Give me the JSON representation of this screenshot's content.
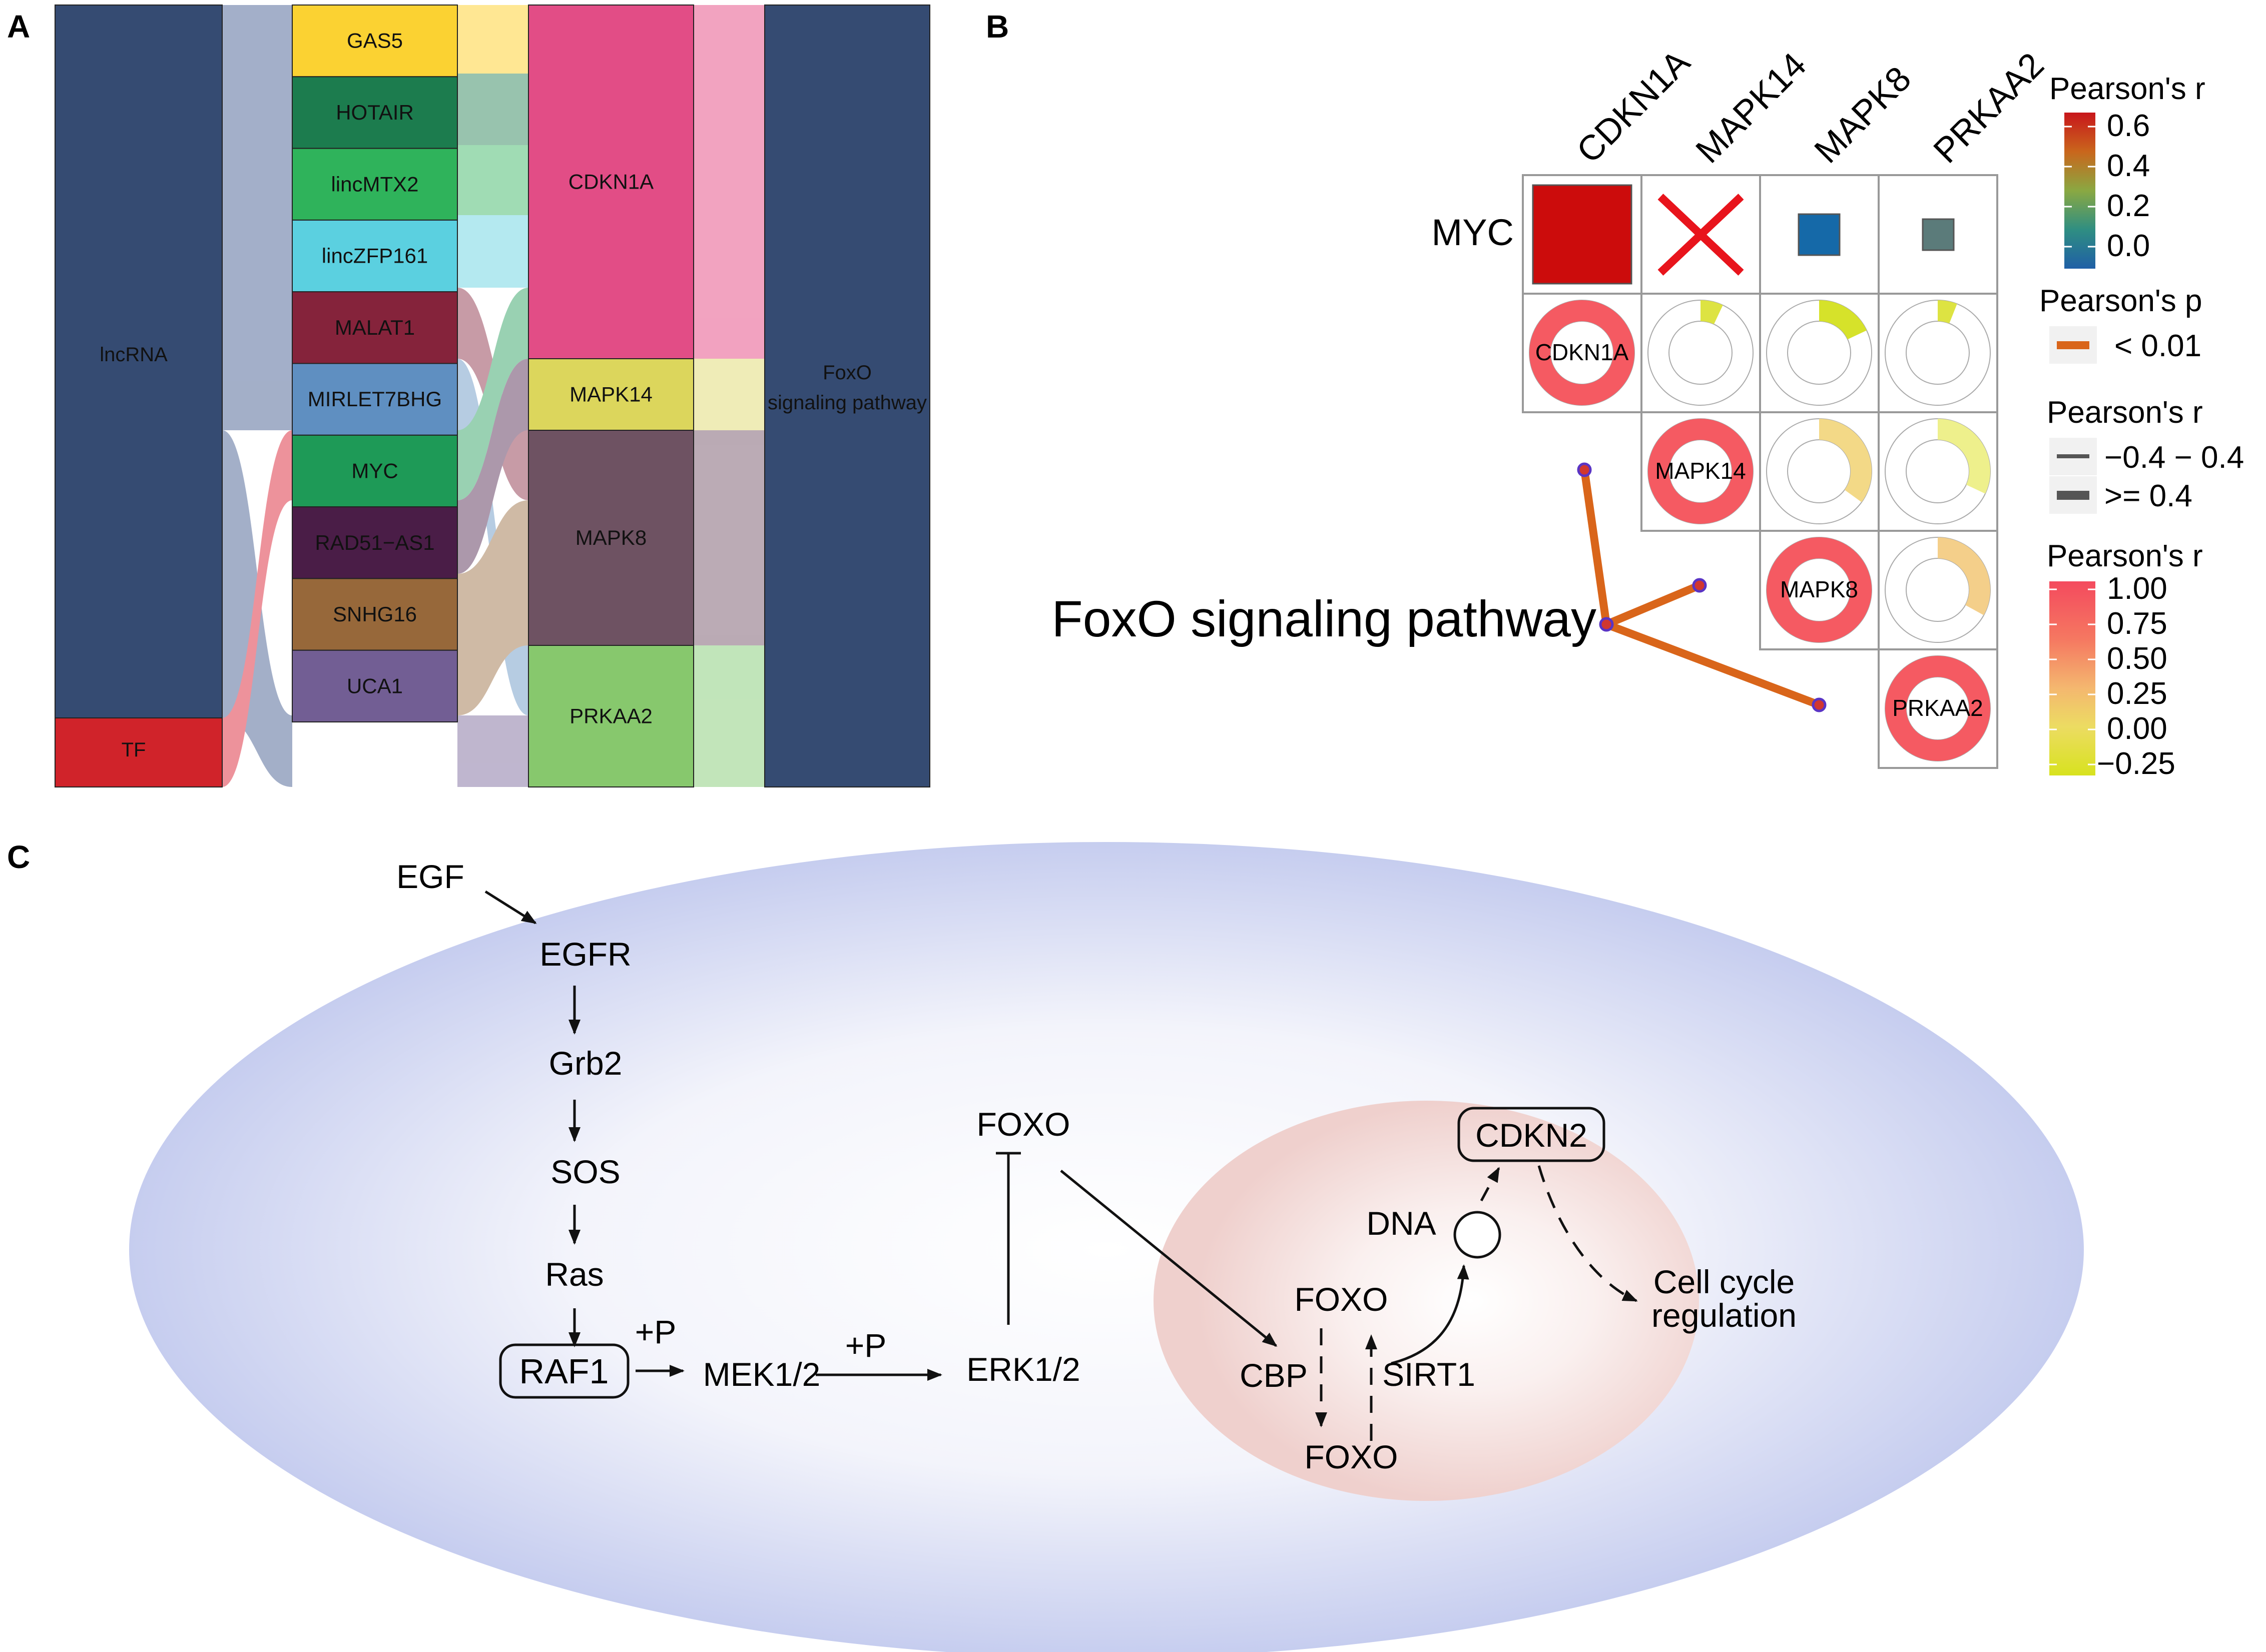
{
  "panels": {
    "a": "A",
    "b": "B",
    "c": "C"
  },
  "panel_a": {
    "left_labels": [
      "lncRNA",
      "TF"
    ],
    "left_colors": [
      "#354b72",
      "#d0232a"
    ],
    "mid_nodes": [
      {
        "label": "GAS5",
        "color": "#fbd232"
      },
      {
        "label": "HOTAIR",
        "color": "#1c7c4e"
      },
      {
        "label": "lincMTX2",
        "color": "#2fb35b"
      },
      {
        "label": "lincZFP161",
        "color": "#5bd0e0"
      },
      {
        "label": "MALAT1",
        "color": "#85233b"
      },
      {
        "label": "MIRLET7BHG",
        "color": "#5f8fc1"
      },
      {
        "label": "MYC",
        "color": "#1e9a57"
      },
      {
        "label": "RAD51−AS1",
        "color": "#4a1d47"
      },
      {
        "label": "SNHG16",
        "color": "#97683a"
      },
      {
        "label": "UCA1",
        "color": "#725e94"
      }
    ],
    "gene_nodes": [
      {
        "label": "CDKN1A",
        "color": "#e24d86"
      },
      {
        "label": "MAPK14",
        "color": "#dcd65c"
      },
      {
        "label": "MAPK8",
        "color": "#6e5262"
      },
      {
        "label": "PRKAA2",
        "color": "#87c86d"
      }
    ],
    "pathway_label_line1": "FoxO",
    "pathway_label_line2": "signaling pathway",
    "pathway_color": "#354b72"
  },
  "panel_b": {
    "column_headers": [
      "CDKN1A",
      "MAPK14",
      "MAPK8",
      "PRKAA2"
    ],
    "row_label": "MYC",
    "diagonal_labels": [
      "CDKN1A",
      "MAPK14",
      "MAPK8",
      "PRKAA2"
    ],
    "pathway_label": "FoxO signaling pathway",
    "legend": {
      "r_title": "Pearson's r",
      "r_ticks": [
        "0.6",
        "0.4",
        "0.2",
        "0.0"
      ],
      "p_title": "Pearson's p",
      "p_value": "< 0.01",
      "p_color": "#d9651a",
      "rwidth_title": "Pearson's r",
      "rwidth_items": [
        "−0.4 − 0.4",
        ">= 0.4"
      ],
      "r2_title": "Pearson's r",
      "r2_ticks": [
        "1.00",
        "0.75",
        "0.50",
        "0.25",
        "0.00",
        "−0.25"
      ]
    },
    "colors": {
      "red_square": "#cc0c0c",
      "cross": "#e8141c",
      "blue_square": "#1569a8",
      "grey_square": "#5b7b7a",
      "ring_full": "#f55a62",
      "link": "#d9651a",
      "node_fill": "#d1372f",
      "node_stroke": "#5a34c4"
    }
  },
  "panel_c": {
    "labels": {
      "egf": "EGF",
      "egfr": "EGFR",
      "grb2": "Grb2",
      "sos": "SOS",
      "ras": "Ras",
      "raf1": "RAF1",
      "p1": "+P",
      "mek": "MEK1/2",
      "p2": "+P",
      "erk": "ERK1/2",
      "foxo_top": "FOXO",
      "cdkn2": "CDKN2",
      "dna": "DNA",
      "foxo_mid": "FOXO",
      "cbp": "CBP",
      "sirt1": "SIRT1",
      "foxo_bottom": "FOXO",
      "cell_cycle_1": "Cell cycle",
      "cell_cycle_2": "regulation"
    },
    "colors": {
      "cell": "#c9cff0",
      "nucleus": "#f0d3d0"
    }
  }
}
